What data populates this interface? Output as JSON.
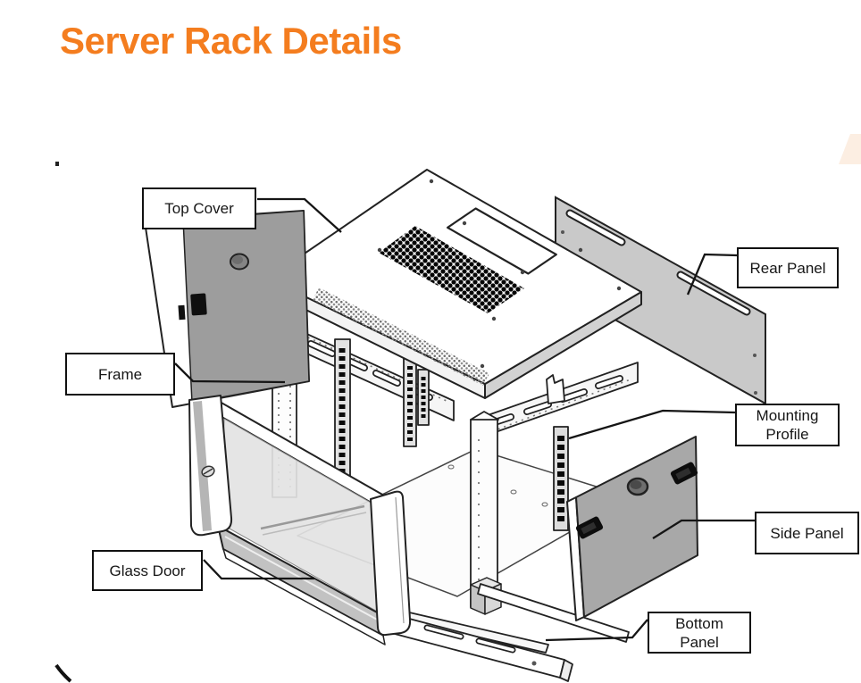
{
  "title": "Server Rack Details",
  "colors": {
    "accent": "#f47d1f",
    "corner_decoration": "#fceee2",
    "label_border": "#111111",
    "ink": "#161616",
    "panel_gray": "#a8a8a8"
  },
  "diagram": {
    "labels": [
      {
        "id": "top-cover",
        "text": "Top Cover"
      },
      {
        "id": "rear-panel",
        "text": "Rear Panel"
      },
      {
        "id": "frame",
        "text": "Frame"
      },
      {
        "id": "mounting-profile",
        "text": "Mounting\nProfile"
      },
      {
        "id": "side-panel",
        "text": "Side Panel"
      },
      {
        "id": "glass-door",
        "text": "Glass Door"
      },
      {
        "id": "bottom-panel",
        "text": "Bottom\nPanel"
      }
    ]
  }
}
